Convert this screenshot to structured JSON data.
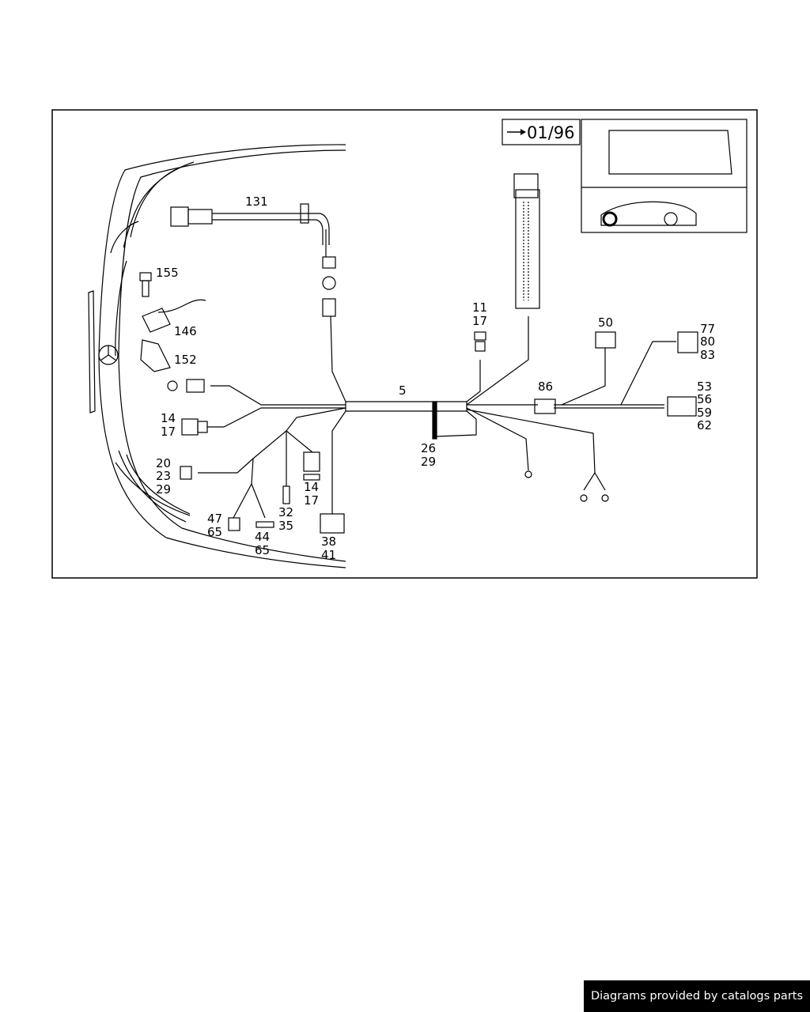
{
  "inset": {
    "date_code": "01/96"
  },
  "callouts": {
    "c131": "131",
    "c155": "155",
    "c146": "146",
    "c152": "152",
    "c14a": "14",
    "c17a": "17",
    "c20": "20",
    "c23": "23",
    "c29a": "29",
    "c47": "47",
    "c65a": "65",
    "c44": "44",
    "c65b": "65",
    "c32": "32",
    "c35": "35",
    "c14b": "14",
    "c17b": "17",
    "c38": "38",
    "c41": "41",
    "c5": "5",
    "c26": "26",
    "c29b": "29",
    "c11": "11",
    "c17c": "17",
    "c50": "50",
    "c86": "86",
    "c77": "77",
    "c80": "80",
    "c83": "83",
    "c53": "53",
    "c56": "56",
    "c59": "59",
    "c62": "62"
  },
  "footer": {
    "text": "Diagrams provided by catalogs parts"
  }
}
